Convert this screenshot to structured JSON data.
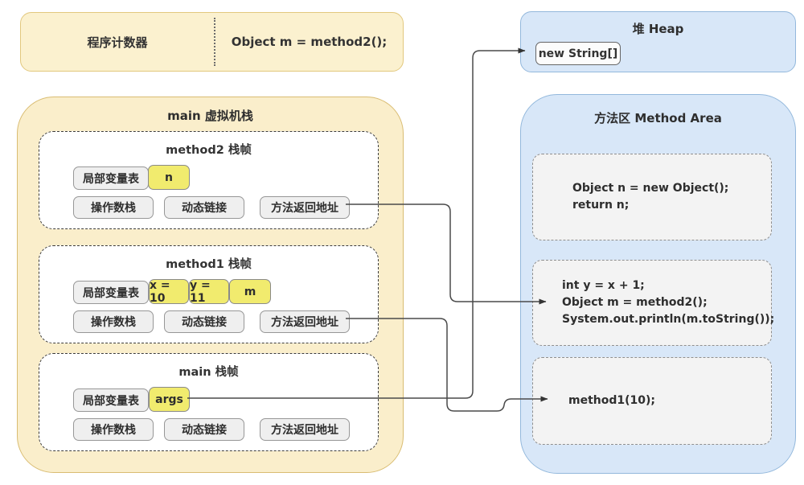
{
  "program_counter": {
    "label": "程序计数器",
    "code": "Object m = method2();"
  },
  "heap": {
    "title": "堆 Heap",
    "object_label": "new String[]"
  },
  "vm_stack": {
    "title": "main 虚拟机栈",
    "frames": [
      {
        "title": "method2 栈帧",
        "local_var_label": "局部变量表",
        "vars": [
          "n"
        ],
        "operand_stack": "操作数栈",
        "dynamic_link": "动态链接",
        "return_address": "方法返回地址"
      },
      {
        "title": "method1 栈帧",
        "local_var_label": "局部变量表",
        "vars": [
          "x = 10",
          "y = 11",
          "m"
        ],
        "operand_stack": "操作数栈",
        "dynamic_link": "动态链接",
        "return_address": "方法返回地址"
      },
      {
        "title": "main 栈帧",
        "local_var_label": "局部变量表",
        "vars": [
          "args"
        ],
        "operand_stack": "操作数栈",
        "dynamic_link": "动态链接",
        "return_address": "方法返回地址"
      }
    ]
  },
  "method_area": {
    "title": "方法区 Method Area",
    "code_blocks": [
      {
        "lines": [
          "Object n = new Object();",
          "return n;"
        ]
      },
      {
        "lines": [
          "int y = x + 1;",
          "Object m = method2();",
          "System.out.println(m.toString());"
        ]
      },
      {
        "lines": [
          "method1(10);"
        ]
      }
    ]
  },
  "colors": {
    "yellow_container_fill": "#FAEECB",
    "yellow_container_border": "#D9BC72",
    "blue_container_fill": "#D8E7F8",
    "blue_container_border": "#93B8DC",
    "var_chip_fill": "#F1EB6E",
    "gray_box_fill": "#EFEFEF",
    "arrow_color": "#4a4a4a"
  }
}
